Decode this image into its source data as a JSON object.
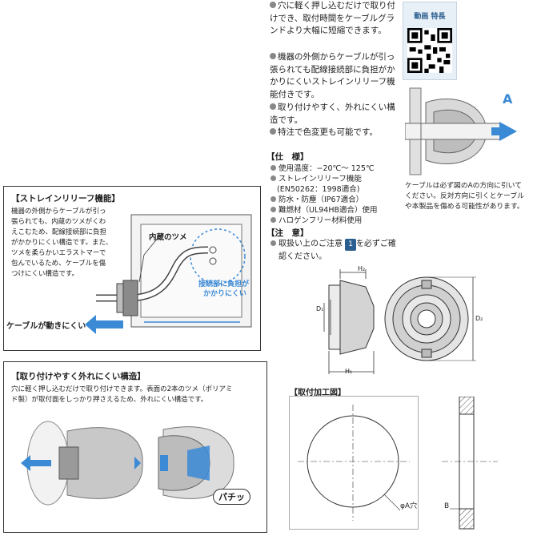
{
  "features": [
    "穴に軽く押し込むだけで取り付けでき、取付時間をケーブルグランドより大幅に短縮できます。",
    "機器の外側からケーブルが引っ張られても配線接続部に負担がかかりにくいストレインリリーフ機能付きです。",
    "取り付けやすく、外れにくい構造です。",
    "特注で色変更も可能です。"
  ],
  "qr": {
    "label": "動画 特長"
  },
  "spec": {
    "title": "【仕　様】",
    "items": [
      "使用温度：−20℃〜 125℃",
      "ストレインリリーフ機能",
      "(EN50262：1998適合)",
      "防水・防塵（IP67適合）",
      "難燃材（UL94HB適合）使用",
      "ハロゲンフリー材料使用"
    ]
  },
  "caution": {
    "title": "【注　意】",
    "text_before": "取扱い上のご注意",
    "badge": "1",
    "text_after": "を必ずご確",
    "text_line2": "認ください。"
  },
  "direction_caption": [
    "ケーブルは必ず図のAの方向に引いて",
    "ください。反対方向に引くとケーブル",
    "や本製品を傷める可能性があります。"
  ],
  "arrow_label": "A",
  "strain_box": {
    "title": "【ストレインリリーフ機能】",
    "lines": [
      "機器の外側からケーブルが引っ",
      "張られても、内蔵のツメがくわ",
      "えこむため、配線接続部に負担",
      "がかかりにくい構造です。また、",
      "ツメを柔らかいエラストマーで",
      "包んでいるため、ケーブルを傷",
      "つけにくい構造です。"
    ],
    "claw_label": "内蔵のツメ",
    "joint_label_1": "接続部に負担が",
    "joint_label_2": "かかりにくい",
    "cable_label": "ケーブルが動きにくい"
  },
  "mount_box": {
    "title": "【取り付けやすく外れにくい構造】",
    "lines": [
      "穴に軽く押し込むだけで取り付けできます。表面の2本のツメ（ポリアミ",
      "ド製）が取付面をしっかり押さえるため、外れにくい構造です。"
    ],
    "snap_label": "パチッ"
  },
  "drawing": {
    "h2": "H₂",
    "d1": "D₁",
    "d2": "D₂",
    "h1": "H₁"
  },
  "mounting": {
    "title": "【取付加工図】",
    "hole_label": "φA穴",
    "b_label": "B"
  },
  "colors": {
    "accent_blue": "#3b8ad6",
    "gray": "#9a9a9a",
    "badge": "#2c5f8f"
  }
}
